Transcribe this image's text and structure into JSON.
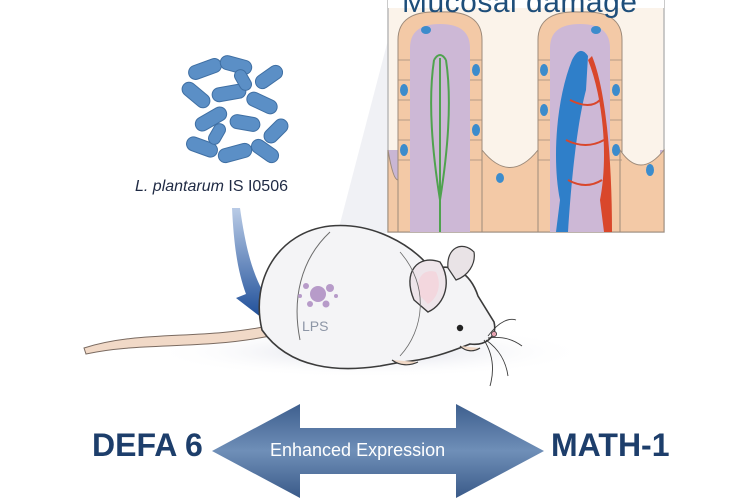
{
  "panel": {
    "title": "Mucosal damage"
  },
  "bacteria": {
    "name_italic": "L. plantarum",
    "name_strain": "IS I0506"
  },
  "mouse": {
    "lps_label": "LPS"
  },
  "expression": {
    "left_gene": "DEFA 6",
    "right_gene": "MATH-1",
    "arrow_label": "Enhanced Expression"
  },
  "colors": {
    "bacteria": "#5b8fc6",
    "arrow_down": "#2d5b9e",
    "title": "#1e4e7a",
    "gene_text": "#1d3e6b",
    "villus_cells": "#f3c9a6",
    "lamina": "#c9b6d4",
    "lacteal": "#4fa24f",
    "artery": "#d9472b",
    "vein": "#2f7fc9"
  }
}
